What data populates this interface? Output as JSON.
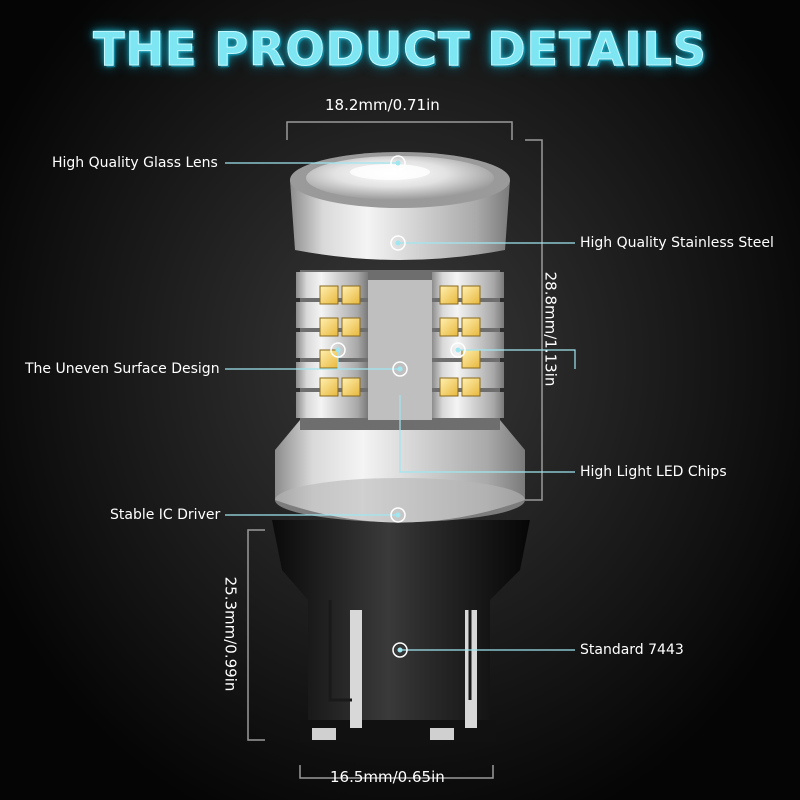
{
  "title": "THE PRODUCT DETAILS",
  "dimensions": {
    "top_width": "18.2mm/0.71in",
    "upper_height": "28.8mm/1.13in",
    "lower_height": "25.3mm/0.99in",
    "bottom_width": "16.5mm/0.65in"
  },
  "callouts": {
    "glass_lens": "High Quality Glass Lens",
    "stainless_steel": "High Quality Stainless Steel",
    "uneven_surface": "The Uneven Surface Design",
    "led_chips": "High Light LED Chips",
    "ic_driver": "Stable IC Driver",
    "standard": "Standard 7443"
  },
  "colors": {
    "title": "#7de6f2",
    "callout_line": "#9fe6f0",
    "led_chip": "#f2c94c"
  }
}
